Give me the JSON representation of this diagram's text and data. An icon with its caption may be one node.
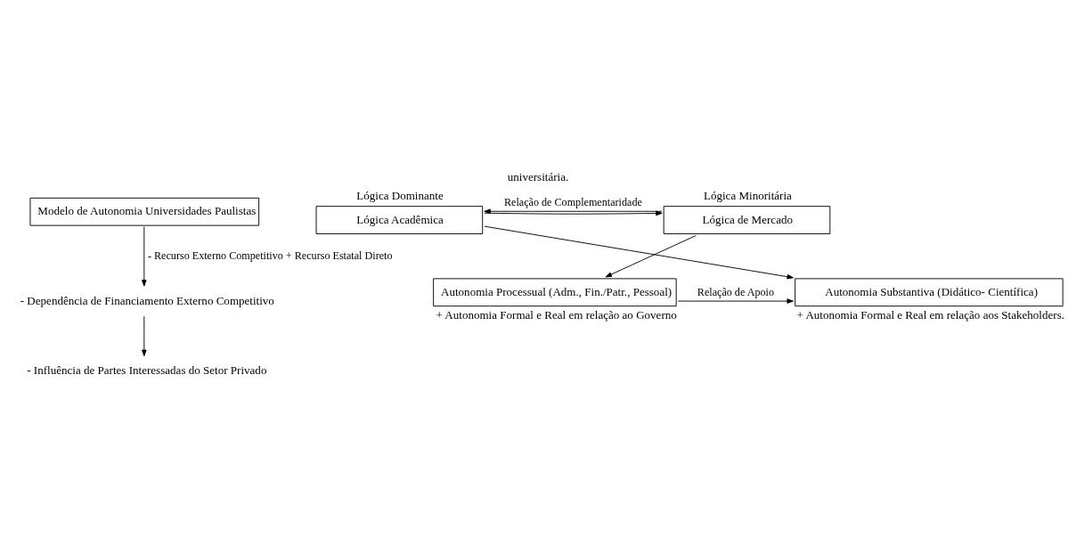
{
  "diagram": {
    "caption": "universitária.",
    "nodes": [
      {
        "text": [
          "Modelo de Autonomia Universidades Paulistas"
        ]
      },
      {
        "text": [
          "Lógica Dominante",
          "Lógica Acadêmica"
        ]
      },
      {
        "text": [
          "Lógica Minoritária",
          "Lógica de Mercado"
        ]
      },
      {
        "text": [
          "- Dependência de Financiamento Externo Competitivo"
        ]
      },
      {
        "text": [
          "- Influência de Partes Interessadas do Setor Privado"
        ]
      },
      {
        "text": [
          "Autonomia Substantiva (Didático- Científica)"
        ],
        "beside": [
          "+ Autonomia Formal e Real em relação aos Stakeholders."
        ]
      },
      {
        "text": [
          "Autonomia Processual (Adm., Fin./Patr., Pessoal)"
        ],
        "beside": [
          "+ Autonomia Formal e Real em relação ao Governo"
        ]
      }
    ],
    "edges": [
      {
        "from": 0,
        "to": 3,
        "arrow": "to",
        "label": "- Recurso Externo Competitivo + Recurso Estatal Direto"
      },
      {
        "from": 2,
        "to": 1,
        "arrow": "to",
        "label": "Relação de Complementaridade"
      },
      {
        "from": 1,
        "to": 2,
        "arrow": "to"
      },
      {
        "from": 1,
        "to": 5,
        "arrow": "to"
      },
      {
        "from": 2,
        "to": 6,
        "arrow": "to"
      },
      {
        "from": 3,
        "to": 4,
        "arrow": "to"
      },
      {
        "from": 6,
        "to": 5,
        "arrow": "to",
        "label": "Relação de Apoio"
      }
    ]
  }
}
